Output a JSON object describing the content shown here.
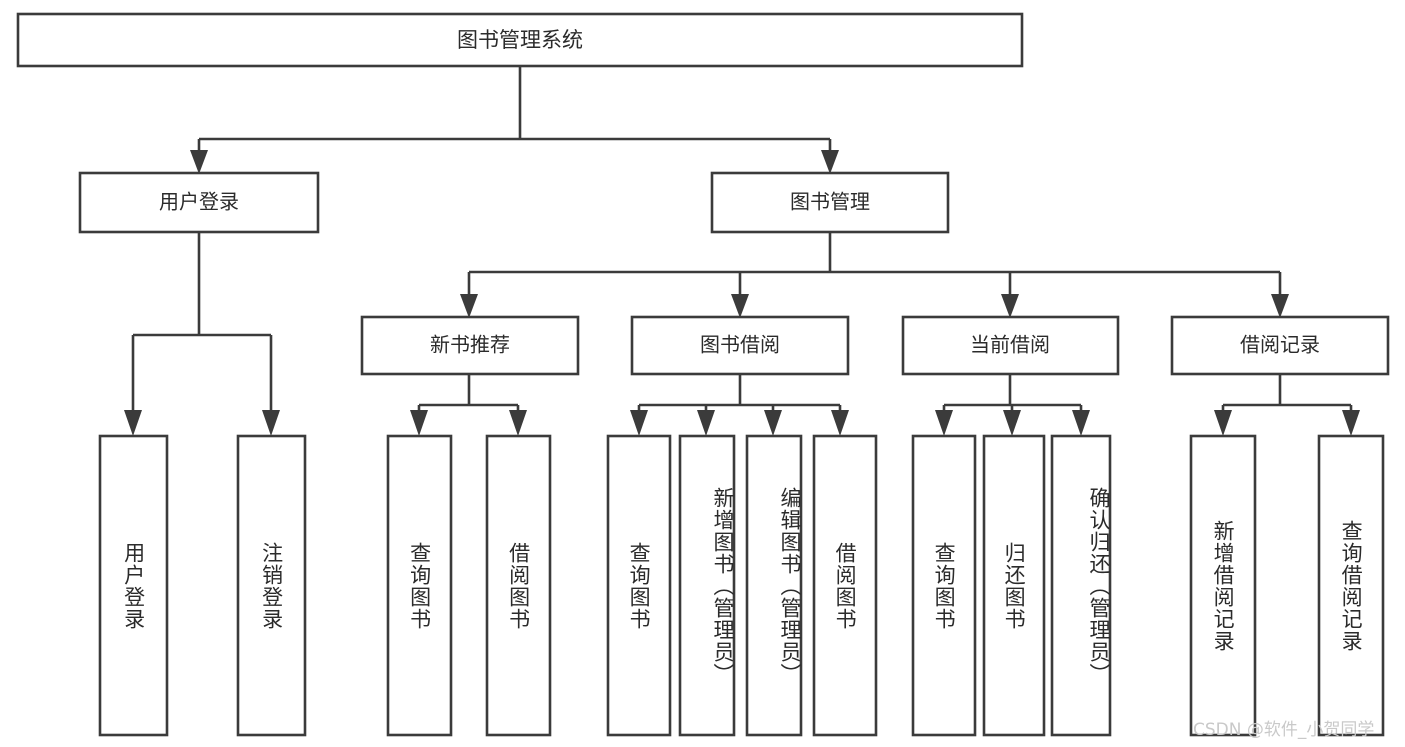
{
  "diagram": {
    "type": "tree",
    "title": "图书管理系统",
    "orientation": "top-down",
    "colors": {
      "stroke": "#3b3b3b",
      "fill": "#ffffff",
      "text": "#2b2b2b",
      "watermark": "#c9c9c9"
    },
    "levels": {
      "root": {
        "label": "图书管理系统"
      },
      "level2": [
        {
          "label": "用户登录"
        },
        {
          "label": "图书管理"
        }
      ],
      "level3": [
        {
          "label": "新书推荐"
        },
        {
          "label": "图书借阅"
        },
        {
          "label": "当前借阅"
        },
        {
          "label": "借阅记录"
        }
      ],
      "leaves": [
        {
          "label": "用户登录",
          "parent": "用户登录"
        },
        {
          "label": "注销登录",
          "parent": "用户登录"
        },
        {
          "label": "查询图书",
          "parent": "新书推荐"
        },
        {
          "label": "借阅图书",
          "parent": "新书推荐"
        },
        {
          "label": "查询图书",
          "parent": "图书借阅"
        },
        {
          "label": "新增图书（管理员）",
          "parent": "图书借阅"
        },
        {
          "label": "编辑图书（管理员）",
          "parent": "图书借阅"
        },
        {
          "label": "借阅图书",
          "parent": "图书借阅"
        },
        {
          "label": "查询图书",
          "parent": "当前借阅"
        },
        {
          "label": "归还图书",
          "parent": "当前借阅"
        },
        {
          "label": "确认归还（管理员）",
          "parent": "当前借阅"
        },
        {
          "label": "新增借阅记录",
          "parent": "借阅记录"
        },
        {
          "label": "查询借阅记录",
          "parent": "借阅记录"
        }
      ]
    }
  },
  "watermark": {
    "text": "CSDN @软件_小贺同学"
  }
}
